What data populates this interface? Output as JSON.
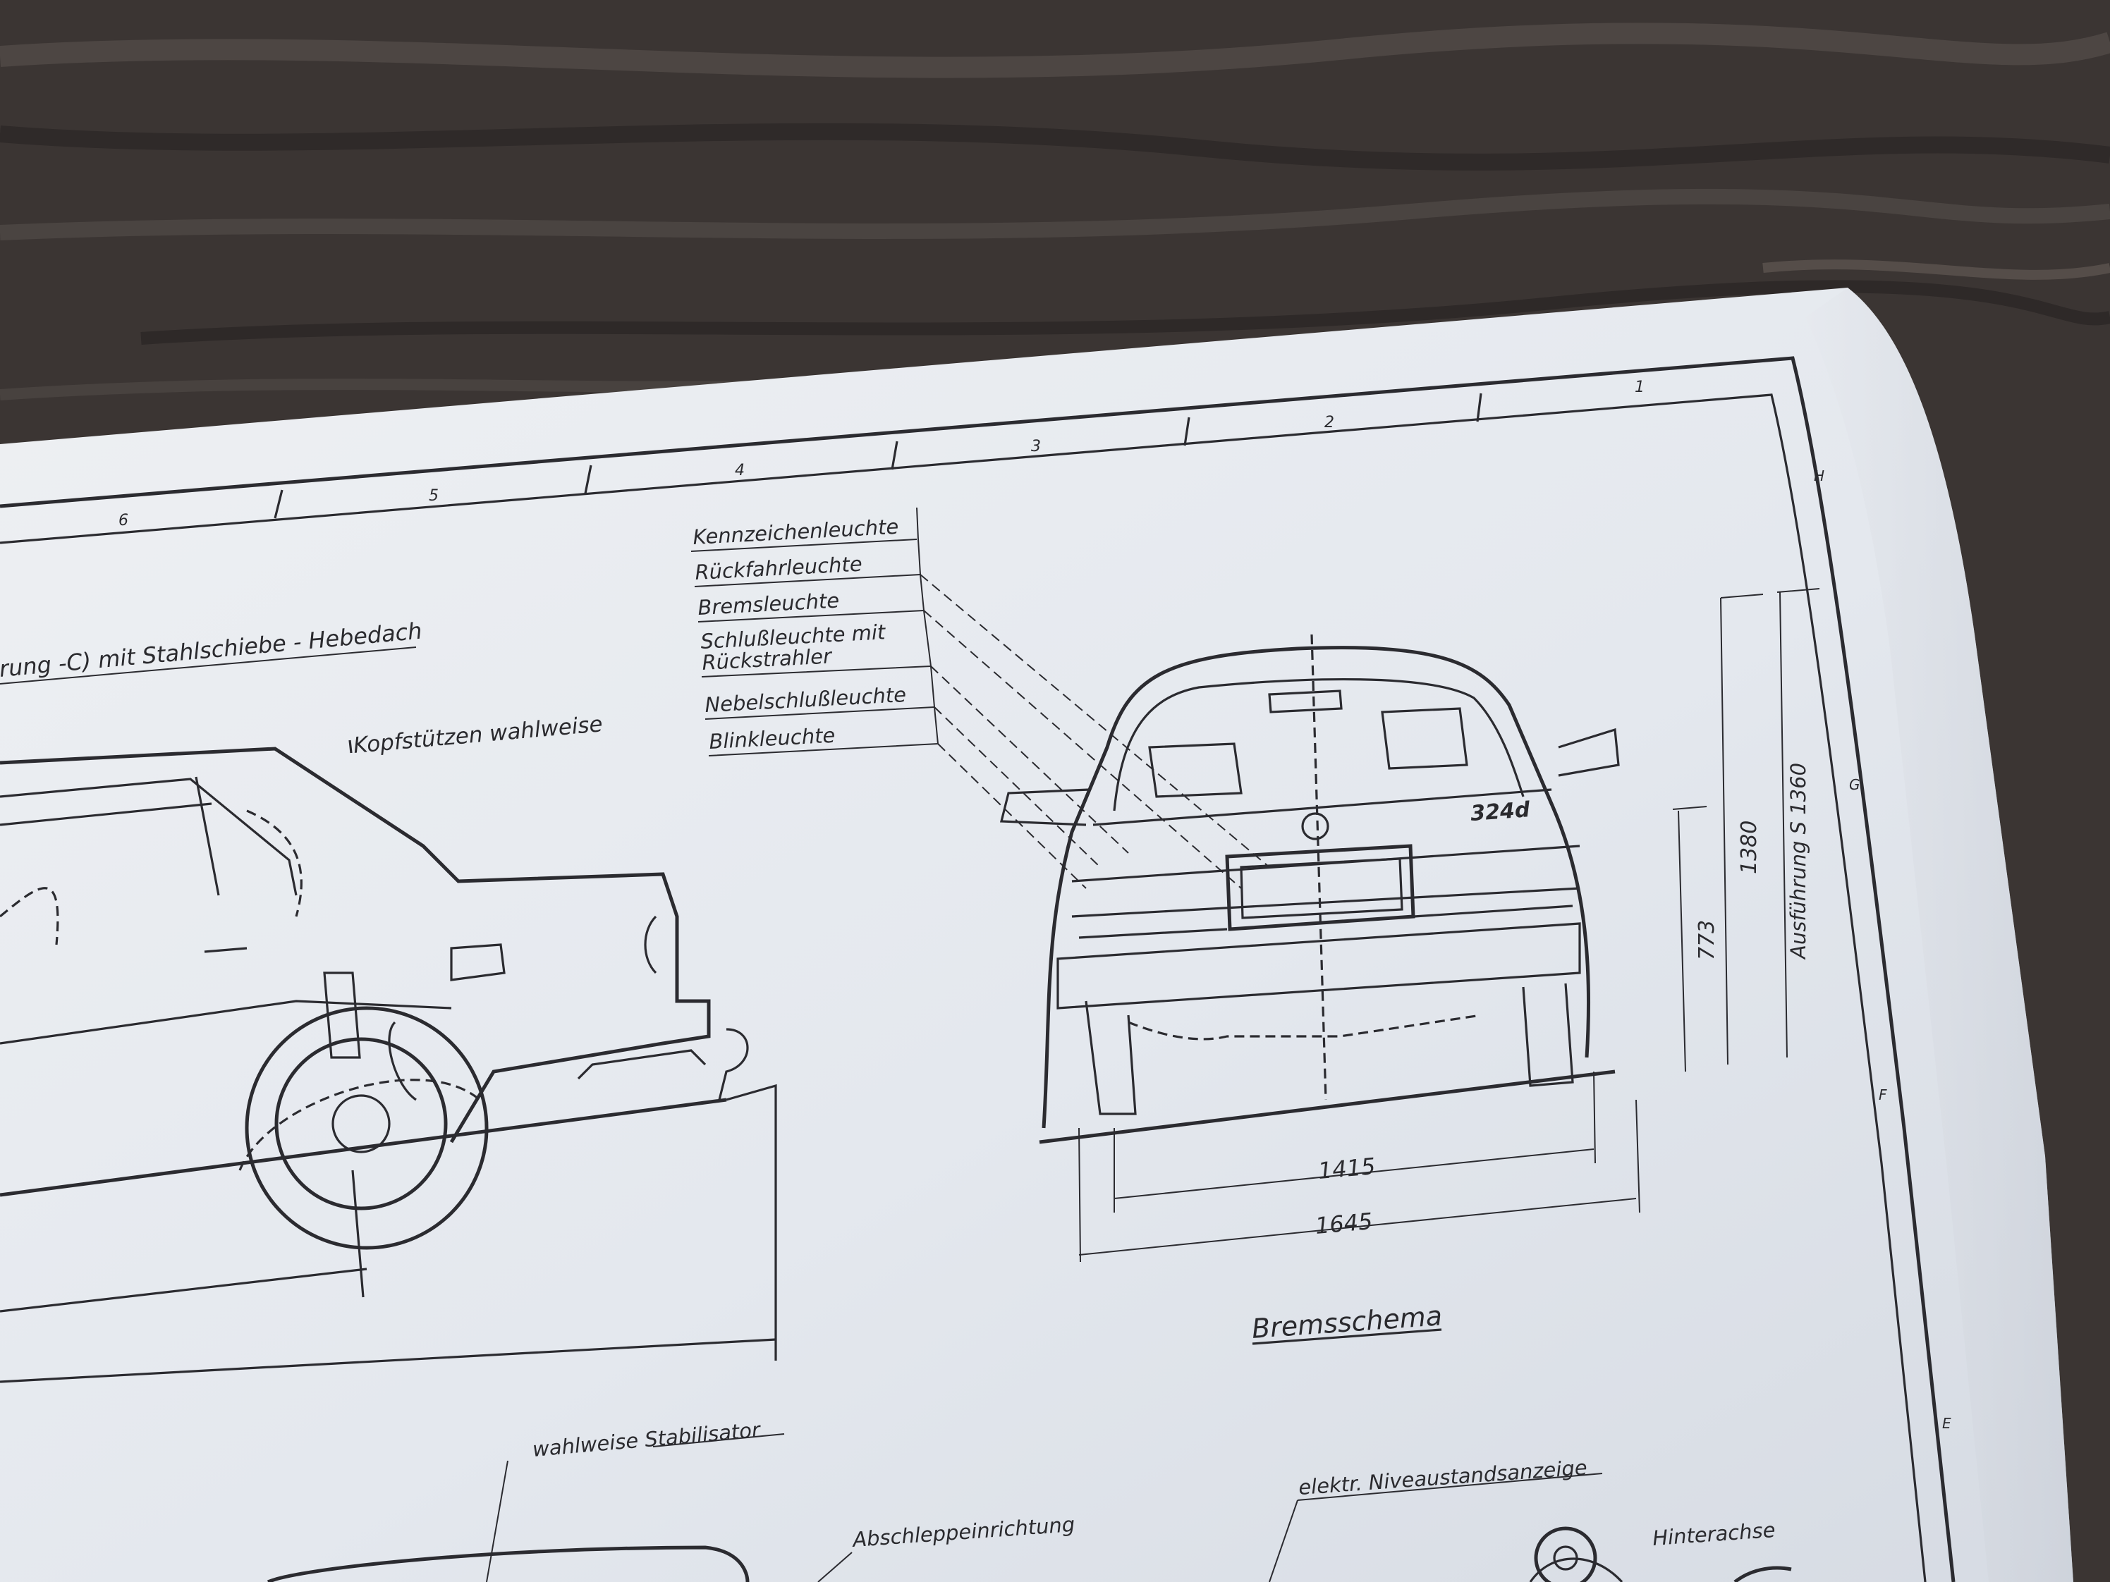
{
  "sheet": {
    "zone_numbers": [
      "6",
      "5",
      "4",
      "3",
      "2",
      "1"
    ],
    "zone_letters": [
      "H",
      "G",
      "F",
      "E"
    ],
    "header_fragment": "rung -C) mit Stahlschiebe - Hebedach",
    "side_view": {
      "headrest_note": "Kopfstützen wahlweise"
    },
    "rear_view": {
      "lamp_labels": [
        "Kennzeichenleuchte",
        "Rückfahrleuchte",
        "Bremsleuchte",
        "Schlußleuchte mit",
        "Rückstrahler",
        "Nebelschlußleuchte",
        "Blinkleuchte"
      ],
      "badge": "324d",
      "dim_track": "1415",
      "dim_width": "1645",
      "dim_height": "1380",
      "dim_height_s": "Ausführung S 1360",
      "dim_773": "773"
    },
    "section_title": "Bremsschema",
    "lower_notes": {
      "stabilizer": "wahlweise Stabilisator",
      "towing": "Abschleppeinrichtung",
      "level_indicator": "elektr. Niveaustandsanzeige",
      "rear_axle": "Hinterachse"
    }
  },
  "colors": {
    "table": "#3b3533",
    "paper": "#e8ebef",
    "ink": "#2b2b30"
  }
}
